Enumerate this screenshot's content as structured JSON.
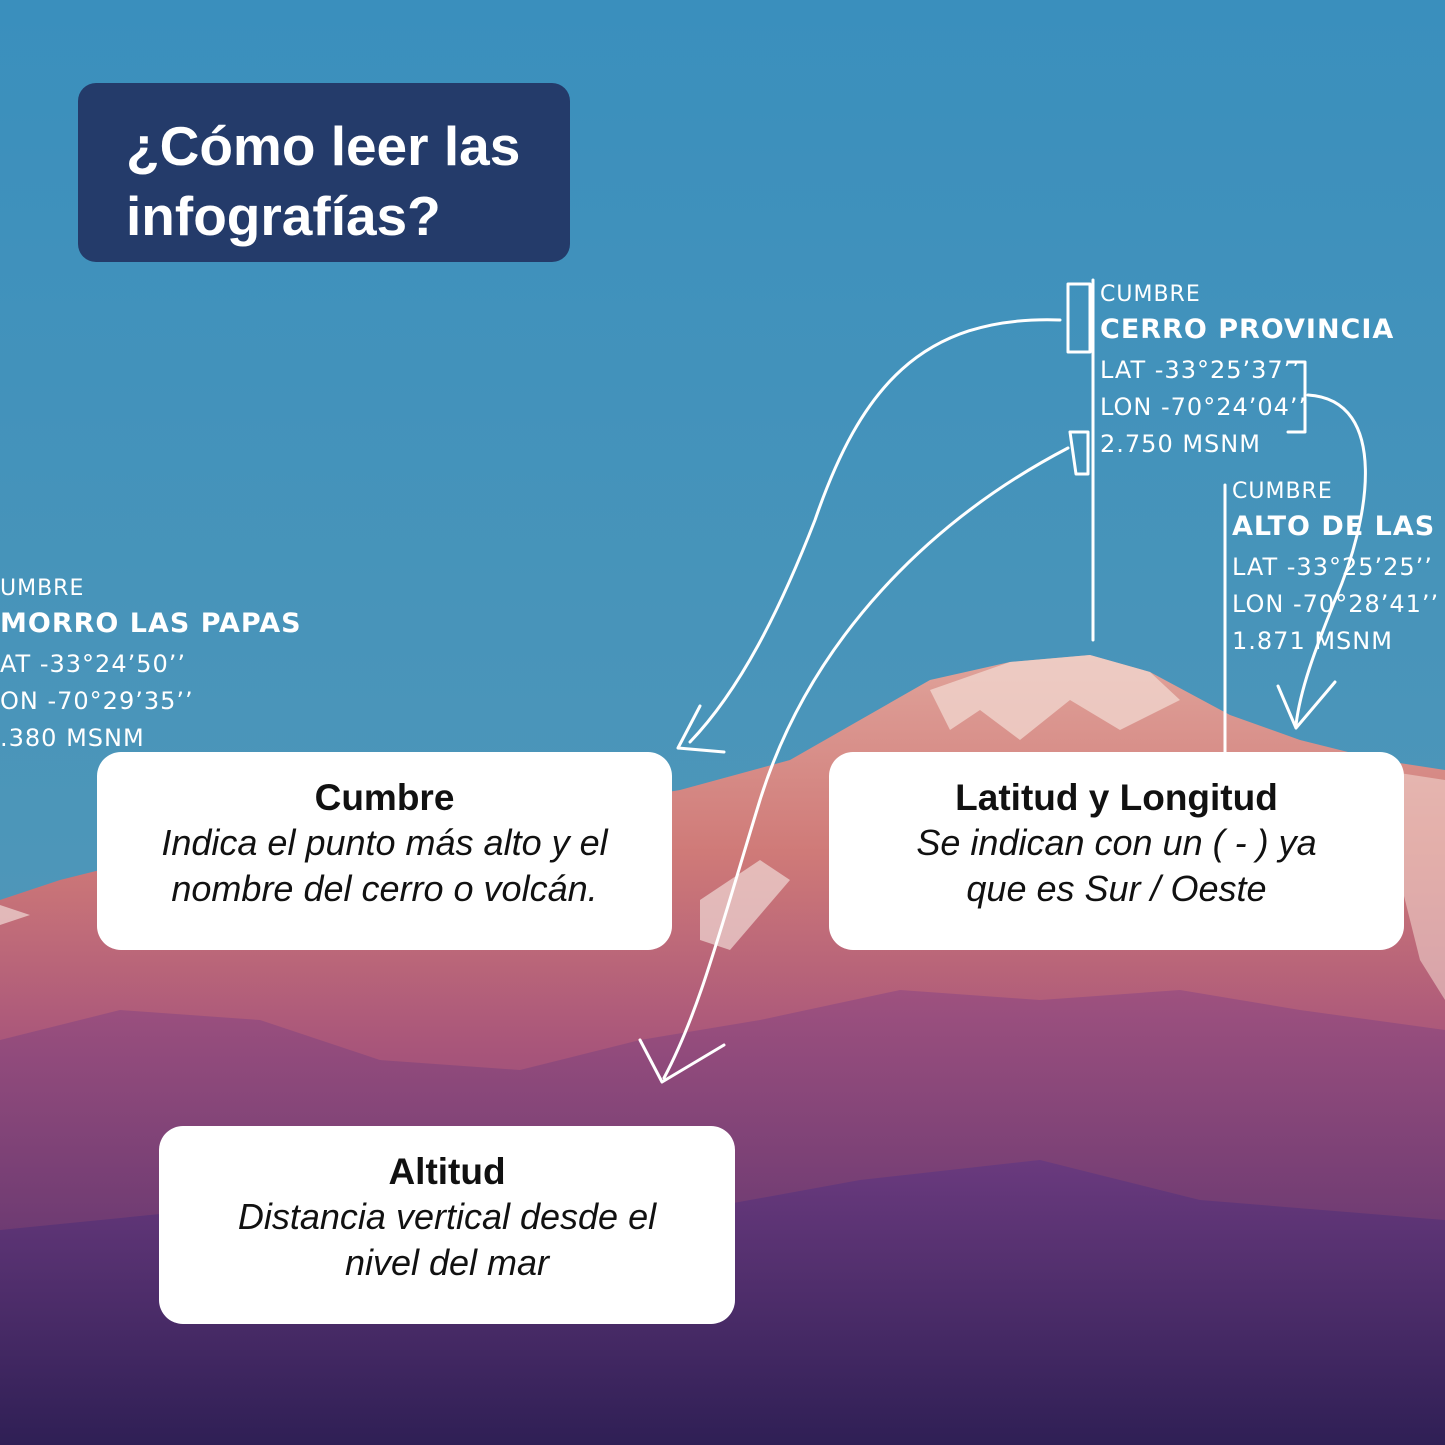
{
  "title": {
    "line1": "¿Cómo leer las",
    "line2": "infografías?"
  },
  "peaks": {
    "left": {
      "kind": "UMBRE",
      "name": "MORRO LAS PAPAS",
      "lat": "AT -33°24’50’’",
      "lon": "ON -70°29’35’’",
      "alt": ".380 MSNM"
    },
    "center": {
      "kind": "CUMBRE",
      "name": "CERRO PROVINCIA",
      "lat": "LAT -33°25’37’’",
      "lon": "LON -70°24’04’’",
      "alt": "2.750 MSNM"
    },
    "right": {
      "kind": "CUMBRE",
      "name": "ALTO DE LAS V",
      "lat": "LAT -33°25’25’’",
      "lon": "LON -70°28’41’’",
      "alt": "1.871 MSNM"
    }
  },
  "cards": {
    "cumbre": {
      "title": "Cumbre",
      "line1": "Indica el punto más alto y el",
      "line2": "nombre del cerro o volcán."
    },
    "latlon": {
      "title": "Latitud y Longitud",
      "line1": "Se indican con un ( - ) ya",
      "line2": "que es Sur / Oeste"
    },
    "altitud": {
      "title": "Altitud",
      "line1": "Distancia vertical desde el",
      "line2": "nivel del mar"
    }
  },
  "colors": {
    "sky_top": "#3a8fbd",
    "sky_bottom": "#4f96b4",
    "title_box": "#243b6a",
    "mountain_peak": "#d98a86",
    "mountain_mid": "#b5596f",
    "mountain_low": "#5a2f6e",
    "annotation": "#ffffff"
  }
}
